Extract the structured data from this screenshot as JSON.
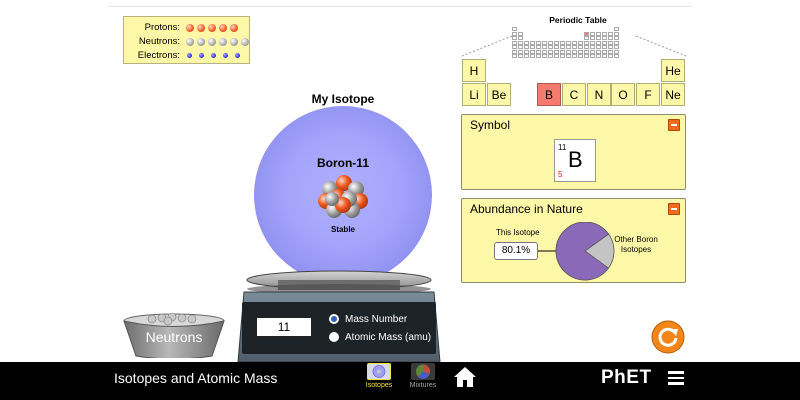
{
  "legend": {
    "protons_label": "Protons:",
    "neutrons_label": "Neutrons:",
    "electrons_label": "Electrons:",
    "proton_count": 5,
    "neutron_count": 6,
    "electron_count": 5
  },
  "periodic_table": {
    "title": "Periodic Table",
    "selected": "B",
    "elements": [
      "H",
      "He",
      "Li",
      "Be",
      "B",
      "C",
      "N",
      "O",
      "F",
      "Ne"
    ]
  },
  "symbol_panel": {
    "title": "Symbol",
    "mass_number": "11",
    "symbol": "B",
    "atomic_number": "5"
  },
  "abundance_panel": {
    "title": "Abundance in Nature",
    "this_isotope_label": "This Isotope",
    "value": "80.1%",
    "fraction": 0.801,
    "other_label": "Other Boron Isotopes"
  },
  "isotope": {
    "title": "My Isotope",
    "name": "Boron-11",
    "stability": "Stable"
  },
  "scale": {
    "value": "11",
    "option_mass_number": "Mass Number",
    "option_atomic_mass": "Atomic Mass (amu)",
    "selected": "Mass Number"
  },
  "bucket": {
    "label": "Neutrons"
  },
  "navbar": {
    "sim_title": "Isotopes and Atomic Mass",
    "tabs": [
      {
        "label": "Isotopes",
        "active": true
      },
      {
        "label": "Mixtures",
        "active": false
      }
    ],
    "logo": "PhET"
  },
  "colors": {
    "panel_bg": "#fdf8a8",
    "selected_element": "#f57b70",
    "isotope_sphere": "#a3a3fb",
    "pie_fill": "#8a6ab8",
    "pie_rest": "#c4c4c4",
    "reset_orange": "#f2861b",
    "navbar_bg": "#000000",
    "active_tab": "#f5e542",
    "proton": "#f05a22",
    "neutron": "#a8a8a8",
    "electron": "#2a2ad6"
  },
  "icons": {
    "collapse": "minus-icon",
    "reset": "reset-icon",
    "home": "home-icon",
    "menu": "hamburger-icon"
  }
}
